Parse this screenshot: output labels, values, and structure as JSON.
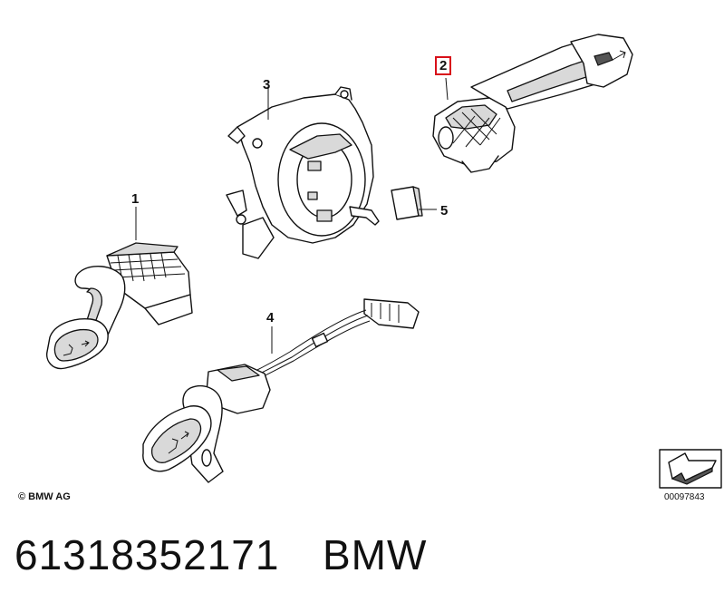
{
  "callouts": {
    "c1": "1",
    "c2": "2",
    "c3": "3",
    "c4": "4",
    "c5": "5"
  },
  "highlight_color": "#d8101a",
  "copyright": "© BMW AG",
  "diagram_number": "00097843",
  "part_number": "61318352171",
  "brand": "BMW",
  "icons": {
    "direction_indicator": "arrow-return-icon"
  }
}
